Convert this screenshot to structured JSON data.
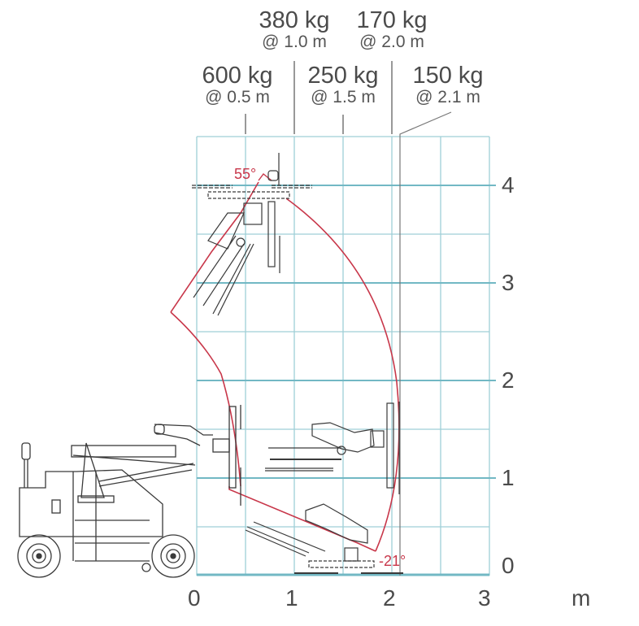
{
  "diagram": {
    "type": "lifting-capacity-reach-diagram",
    "units": "m",
    "colors": {
      "grid": "#8cc6cf",
      "grid_major": "#6fb5c2",
      "envelope": "#c8374a",
      "machine": "#3a3a3a",
      "text": "#4b4b4b",
      "angle_text": "#c8374a"
    },
    "x_axis": {
      "ticks": [
        "0",
        "1",
        "2",
        "3"
      ],
      "unit_label": "m",
      "range": [
        0,
        3
      ]
    },
    "y_axis": {
      "ticks": [
        "0",
        "1",
        "2",
        "3",
        "4"
      ],
      "range": [
        0,
        4.5
      ]
    },
    "load_ratings": [
      {
        "load": "600 kg",
        "reach": "@ 0.5 m",
        "x_m": 0.5
      },
      {
        "load": "380 kg",
        "reach": "@ 1.0 m",
        "x_m": 1.0
      },
      {
        "load": "250 kg",
        "reach": "@ 1.5 m",
        "x_m": 1.5
      },
      {
        "load": "170 kg",
        "reach": "@ 2.0 m",
        "x_m": 2.0
      },
      {
        "load": "150 kg",
        "reach": "@ 2.1 m",
        "x_m": 2.1
      }
    ],
    "angle_labels": {
      "top": "55°",
      "bottom": "-21°"
    }
  }
}
